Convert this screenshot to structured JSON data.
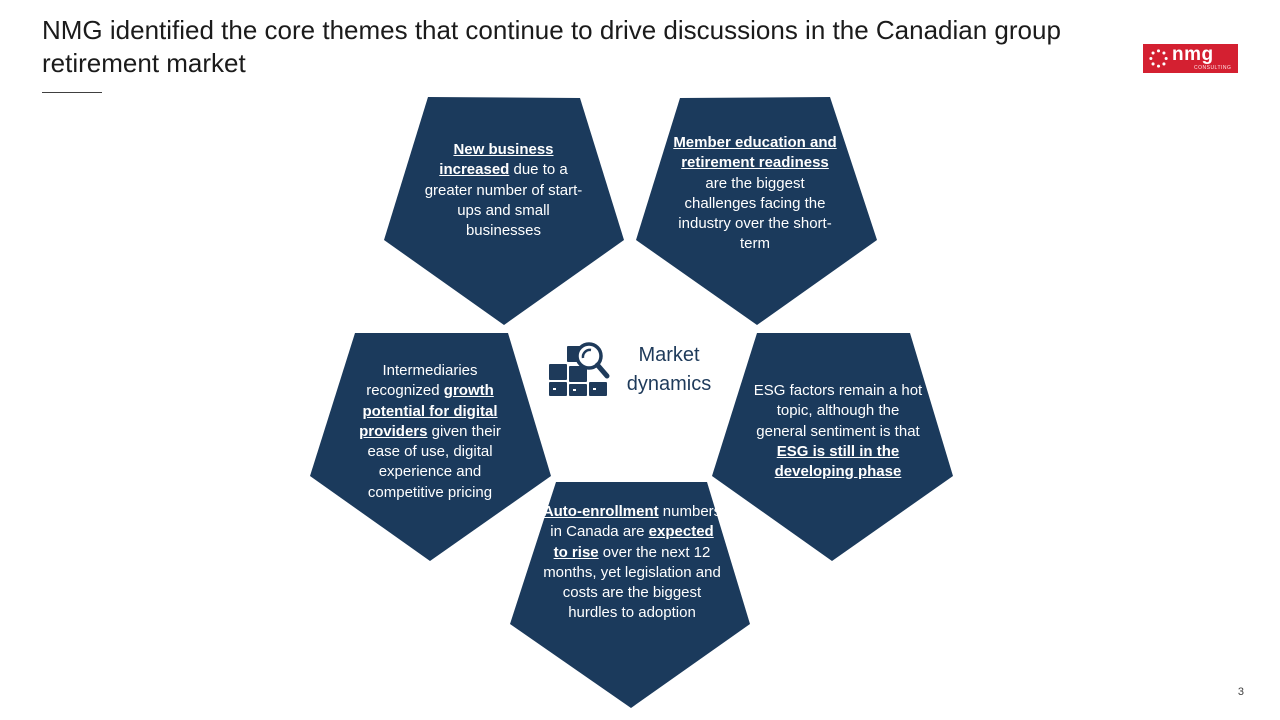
{
  "slide": {
    "title": "NMG identified the core themes that continue to drive discussions in the Canadian group retirement market",
    "page_number": "3"
  },
  "logo": {
    "name": "nmg",
    "subtitle": "CONSULTING",
    "background_color": "#d42031"
  },
  "center": {
    "icon": "market-analysis-icon",
    "label_line1": "Market",
    "label_line2": "dynamics",
    "color": "#1e3a5a"
  },
  "pentagon_color": "#1b3a5c",
  "themes": [
    {
      "bold": "New business increased",
      "rest": " due to a greater number of start-ups and small businesses"
    },
    {
      "bold": "Member education and retirement readiness",
      "rest": " are the biggest challenges facing the industry over the short-term"
    },
    {
      "pre": "Intermediaries recognized ",
      "bold": "growth potential for digital providers",
      "rest": " given their ease of use, digital experience and competitive pricing"
    },
    {
      "pre": "ESG factors remain a hot topic, although the general sentiment is that ",
      "bold": "ESG is still in the developing phase"
    },
    {
      "bold": "Auto-enrollment",
      "mid": " numbers in Canada are ",
      "bold2": "expected to rise",
      "rest": " over the next 12 months, yet legislation and costs are the biggest hurdles to adoption"
    }
  ]
}
